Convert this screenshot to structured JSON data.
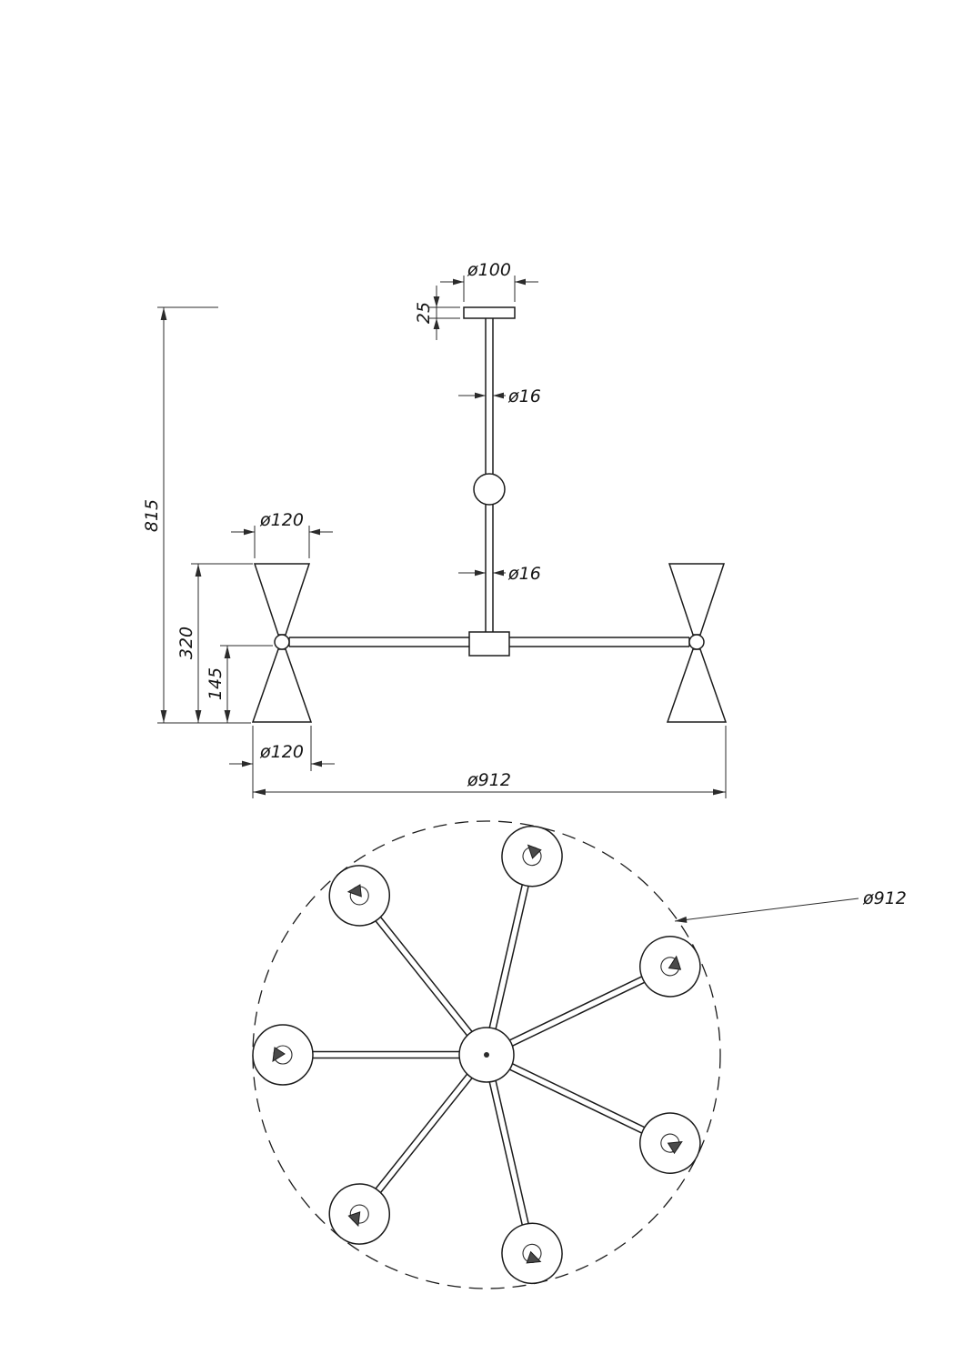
{
  "drawing": {
    "front_view": {
      "canopy_diameter": "ø100",
      "canopy_height": "25",
      "stem_diameter_upper": "ø16",
      "stem_diameter_lower": "ø16",
      "overall_height": "815",
      "shade_top_diameter": "ø120",
      "shade_section_height": "320",
      "shade_lower_height": "145",
      "shade_bottom_diameter": "ø120",
      "overall_diameter": "ø912"
    },
    "plan_view": {
      "overall_diameter": "ø912",
      "arm_count": 7
    }
  }
}
